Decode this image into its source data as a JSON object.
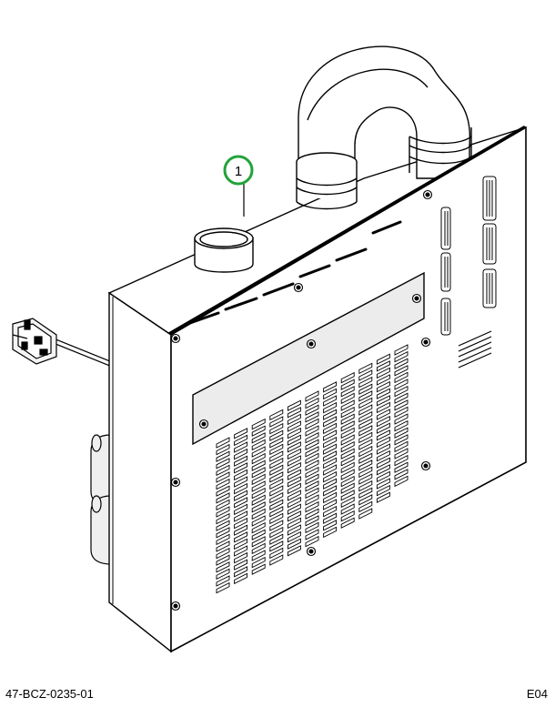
{
  "callout": {
    "number": "1",
    "ring_color": "#22a33a"
  },
  "footer": {
    "drawing_id": "47-BCZ-0235-01",
    "revision": "E04"
  },
  "colors": {
    "line": "#000000",
    "panel_fill": "#ececec",
    "background": "#ffffff"
  }
}
